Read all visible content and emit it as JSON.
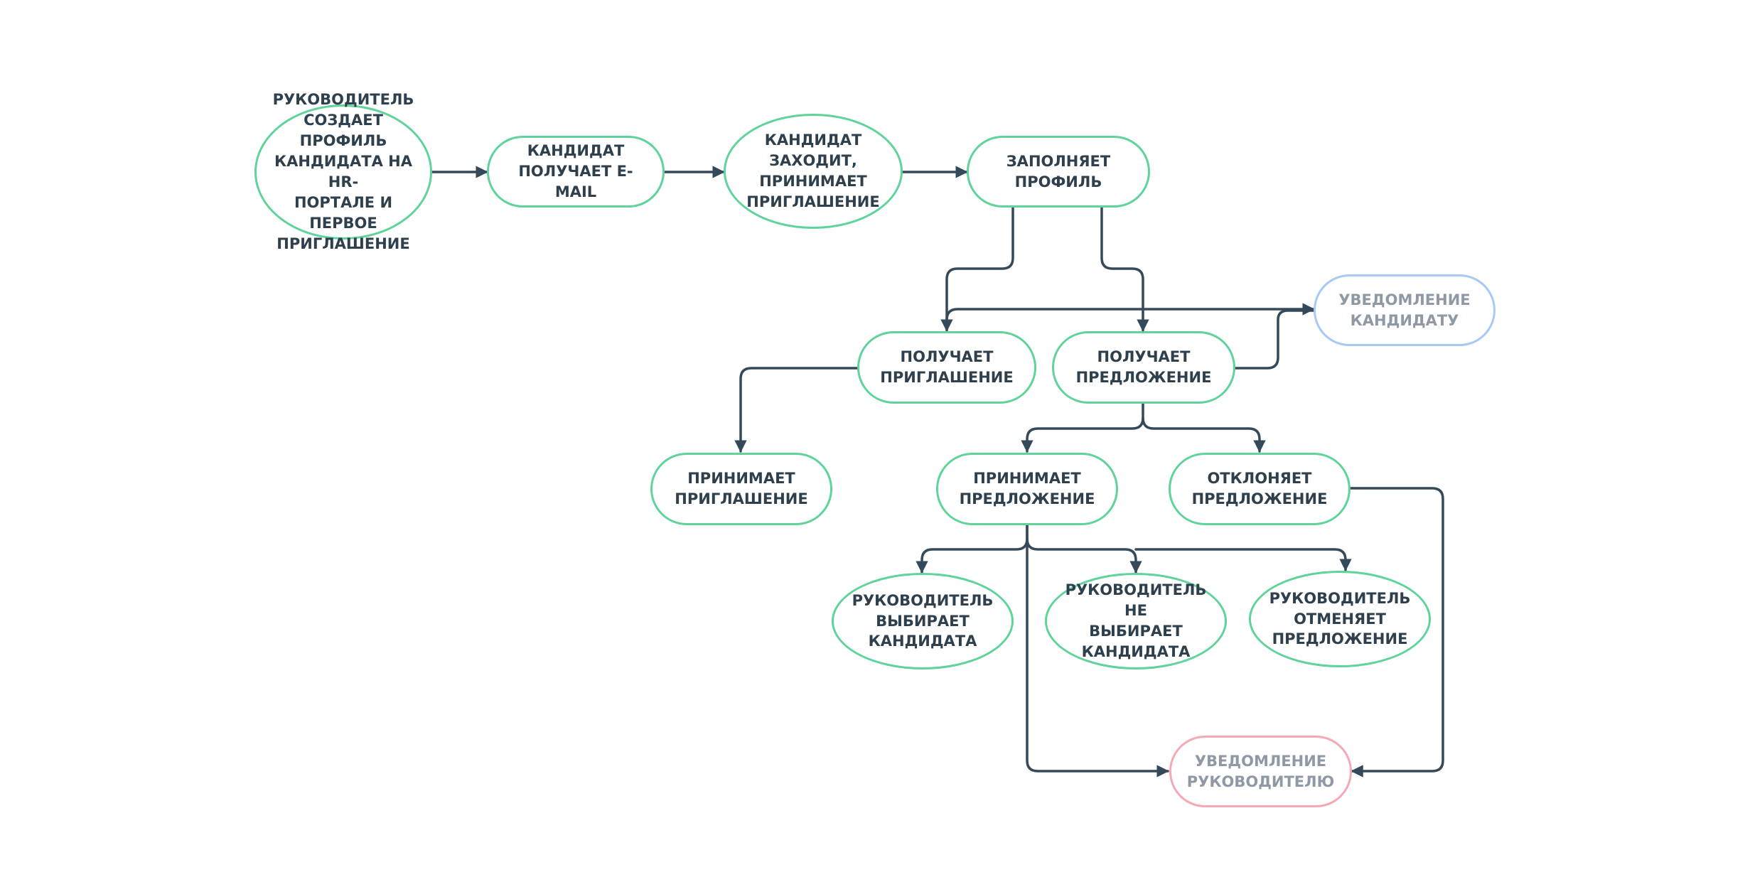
{
  "diagram": {
    "colors": {
      "node_border": "#5fd39a",
      "candidate_notice_border": "#a9c8f4",
      "manager_notice_border": "#f5a9b6",
      "text": "#2e3f4d",
      "muted_text": "#8f99a5",
      "edge": "#34495a"
    },
    "nodes": {
      "create_profile": "РУКОВОДИТЕЛЬ\nСОЗДАЕТ ПРОФИЛЬ\nКАНДИДАТА НА HR-\nПОРТАЛЕ  И ПЕРВОЕ\nПРИГЛАШЕНИЕ",
      "receives_email": "КАНДИДАТ\nПОЛУЧАЕТ E-MAIL",
      "logs_in": "КАНДИДАТ\nЗАХОДИТ,\nПРИНИМАЕТ\nПРИГЛАШЕНИЕ",
      "fills_profile": "ЗАПОЛНЯЕТ\nПРОФИЛЬ",
      "candidate_notification": "УВЕДОМЛЕНИЕ\nКАНДИДАТУ",
      "receives_invitation": "ПОЛУЧАЕТ\nПРИГЛАШЕНИЕ",
      "receives_offer": "ПОЛУЧАЕТ\nПРЕДЛОЖЕНИЕ",
      "accepts_invitation": "ПРИНИМАЕТ\nПРИГЛАШЕНИЕ",
      "accepts_offer": "ПРИНИМАЕТ\nПРЕДЛОЖЕНИЕ",
      "rejects_offer": "ОТКЛОНЯЕТ\nПРЕДЛОЖЕНИЕ",
      "manager_selects": "РУКОВОДИТЕЛЬ\nВЫБИРАЕТ\nКАНДИДАТА",
      "manager_not_selects": "РУКОВОДИТЕЛЬ НЕ\nВЫБИРАЕТ\nКАНДИДАТА",
      "manager_cancels": "РУКОВОДИТЕЛЬ\nОТМЕНЯЕТ\nПРЕДЛОЖЕНИЕ",
      "manager_notification": "УВЕДОМЛЕНИЕ\nРУКОВОДИТЕЛЮ"
    }
  }
}
